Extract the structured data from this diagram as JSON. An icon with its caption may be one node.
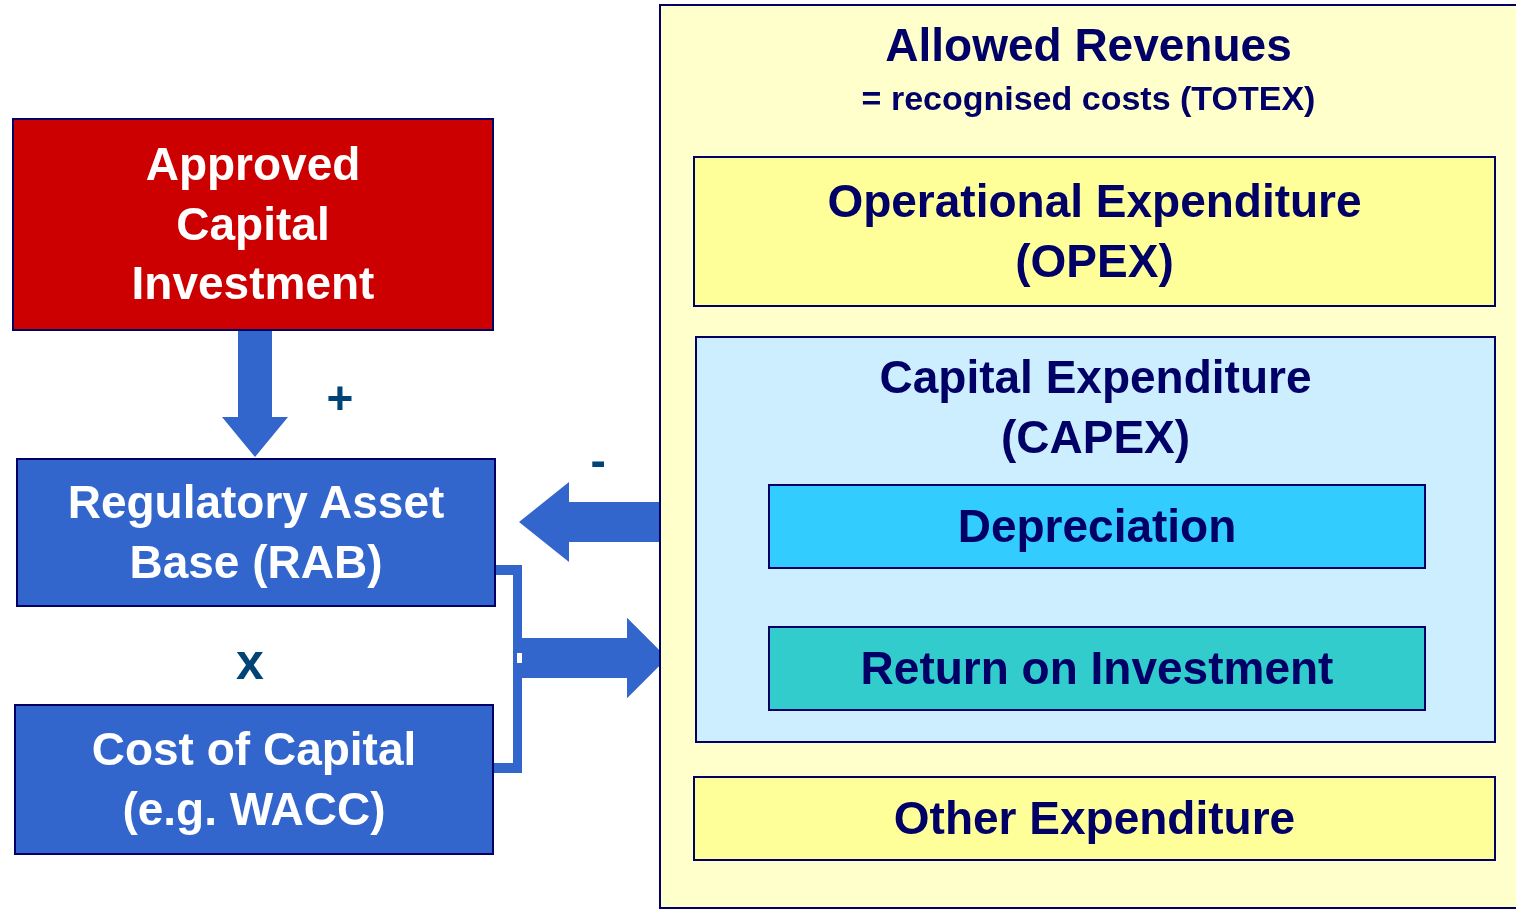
{
  "diagram": {
    "nodes": [
      {
        "text": [
          "Approved Capital Investment"
        ]
      },
      {
        "text": [
          "Regulatory Asset Base (RAB)"
        ]
      },
      {
        "text": [
          "Cost of Capital (e.g. WACC)"
        ]
      },
      {
        "text": [
          "Allowed Revenues",
          "= recognised costs (TOTEX)"
        ]
      },
      {
        "text": [
          "Operational Expenditure (OPEX)"
        ],
        "in": 3
      },
      {
        "text": [
          "Capital Expenditure (CAPEX)"
        ],
        "in": 3
      },
      {
        "text": [
          "Depreciation"
        ],
        "in": 5
      },
      {
        "text": [
          "Return on Investment"
        ],
        "in": 5
      },
      {
        "text": [
          "Other Expenditure"
        ],
        "in": 3
      }
    ],
    "edges": [
      {
        "from": 0,
        "to": 1,
        "arrow": "to",
        "label": "+"
      },
      {
        "from": 3,
        "to": 1,
        "arrow": "to",
        "label": "-"
      },
      {
        "from": 1,
        "to": 3,
        "arrow": "to"
      },
      {
        "from": 2,
        "to": 3,
        "arrow": "to"
      }
    ],
    "labels": [
      "x"
    ]
  }
}
